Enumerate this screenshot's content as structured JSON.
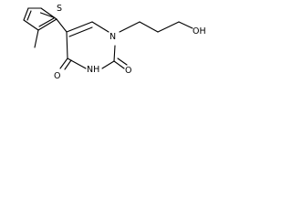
{
  "molecule": {
    "atoms": {
      "sulfur": "S",
      "nitrogen_ring": "N",
      "nitrogen_nh": "NH",
      "hydroxyl": "OH",
      "oxygen_c4": "O",
      "oxygen_c2": "O"
    }
  },
  "colors": {
    "bond": "#000000",
    "text": "#000000",
    "background": "#ffffff"
  }
}
